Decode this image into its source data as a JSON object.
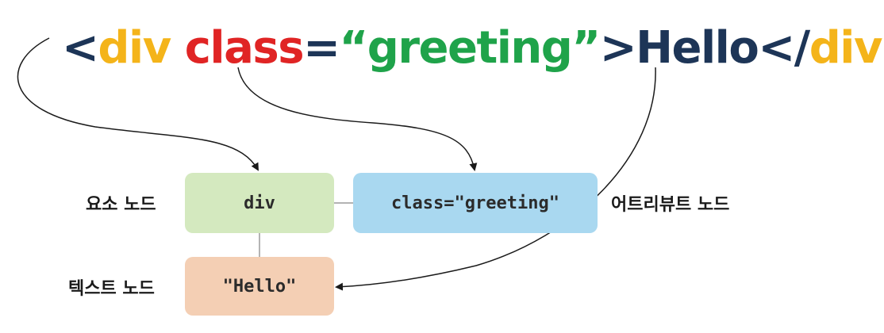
{
  "code": {
    "open_bracket": "<",
    "tag_open": "div",
    "space": " ",
    "attr_name": "class",
    "equals": "=",
    "attr_value": "“greeting”",
    "close_bracket": ">",
    "text": "Hello",
    "close_open": "</",
    "tag_close": "div",
    "close_end": ">"
  },
  "nodes": {
    "element": "div",
    "attribute": "class=\"greeting\"",
    "text": "\"Hello\""
  },
  "labels": {
    "element": "요소 노드",
    "attribute": "어트리뷰트 노드",
    "text": "텍스트 노드"
  },
  "colors": {
    "tag": "#f4b41a",
    "attr_name": "#e02424",
    "attr_value": "#1fa34a",
    "punctuation": "#1d3557",
    "element_node_bg": "#d4e9bf",
    "attribute_node_bg": "#a9d8f0",
    "text_node_bg": "#f4cfb4"
  }
}
